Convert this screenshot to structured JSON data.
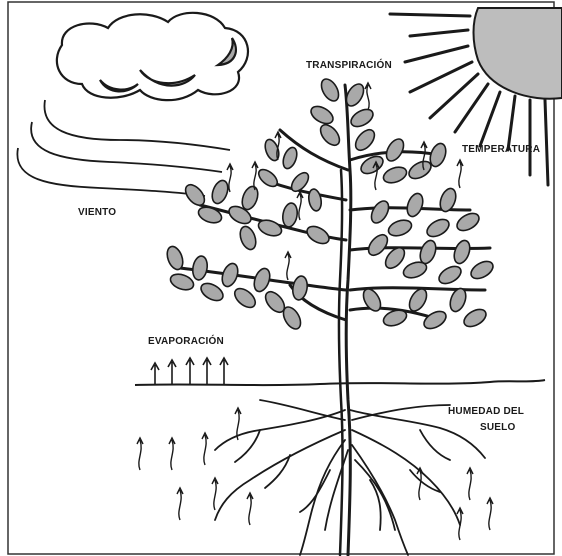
{
  "labels": {
    "transpiracion": "TRANSPIRACIÓN",
    "temperatura": "TEMPERATURA",
    "viento": "VIENTO",
    "evaporacion": "EVAPORACIÓN",
    "humedad_line1": "HUMEDAD DEL",
    "humedad_line2": "SUELO"
  },
  "colors": {
    "background": "#ffffff",
    "ink": "#1a1a1a",
    "leaf_fill": "#a9a9a9",
    "sun_fill": "#bdbdbd"
  },
  "icons": [
    "cloud-icon",
    "sun-icon",
    "wind-lines",
    "plant-diagram",
    "soil-line",
    "roots"
  ]
}
